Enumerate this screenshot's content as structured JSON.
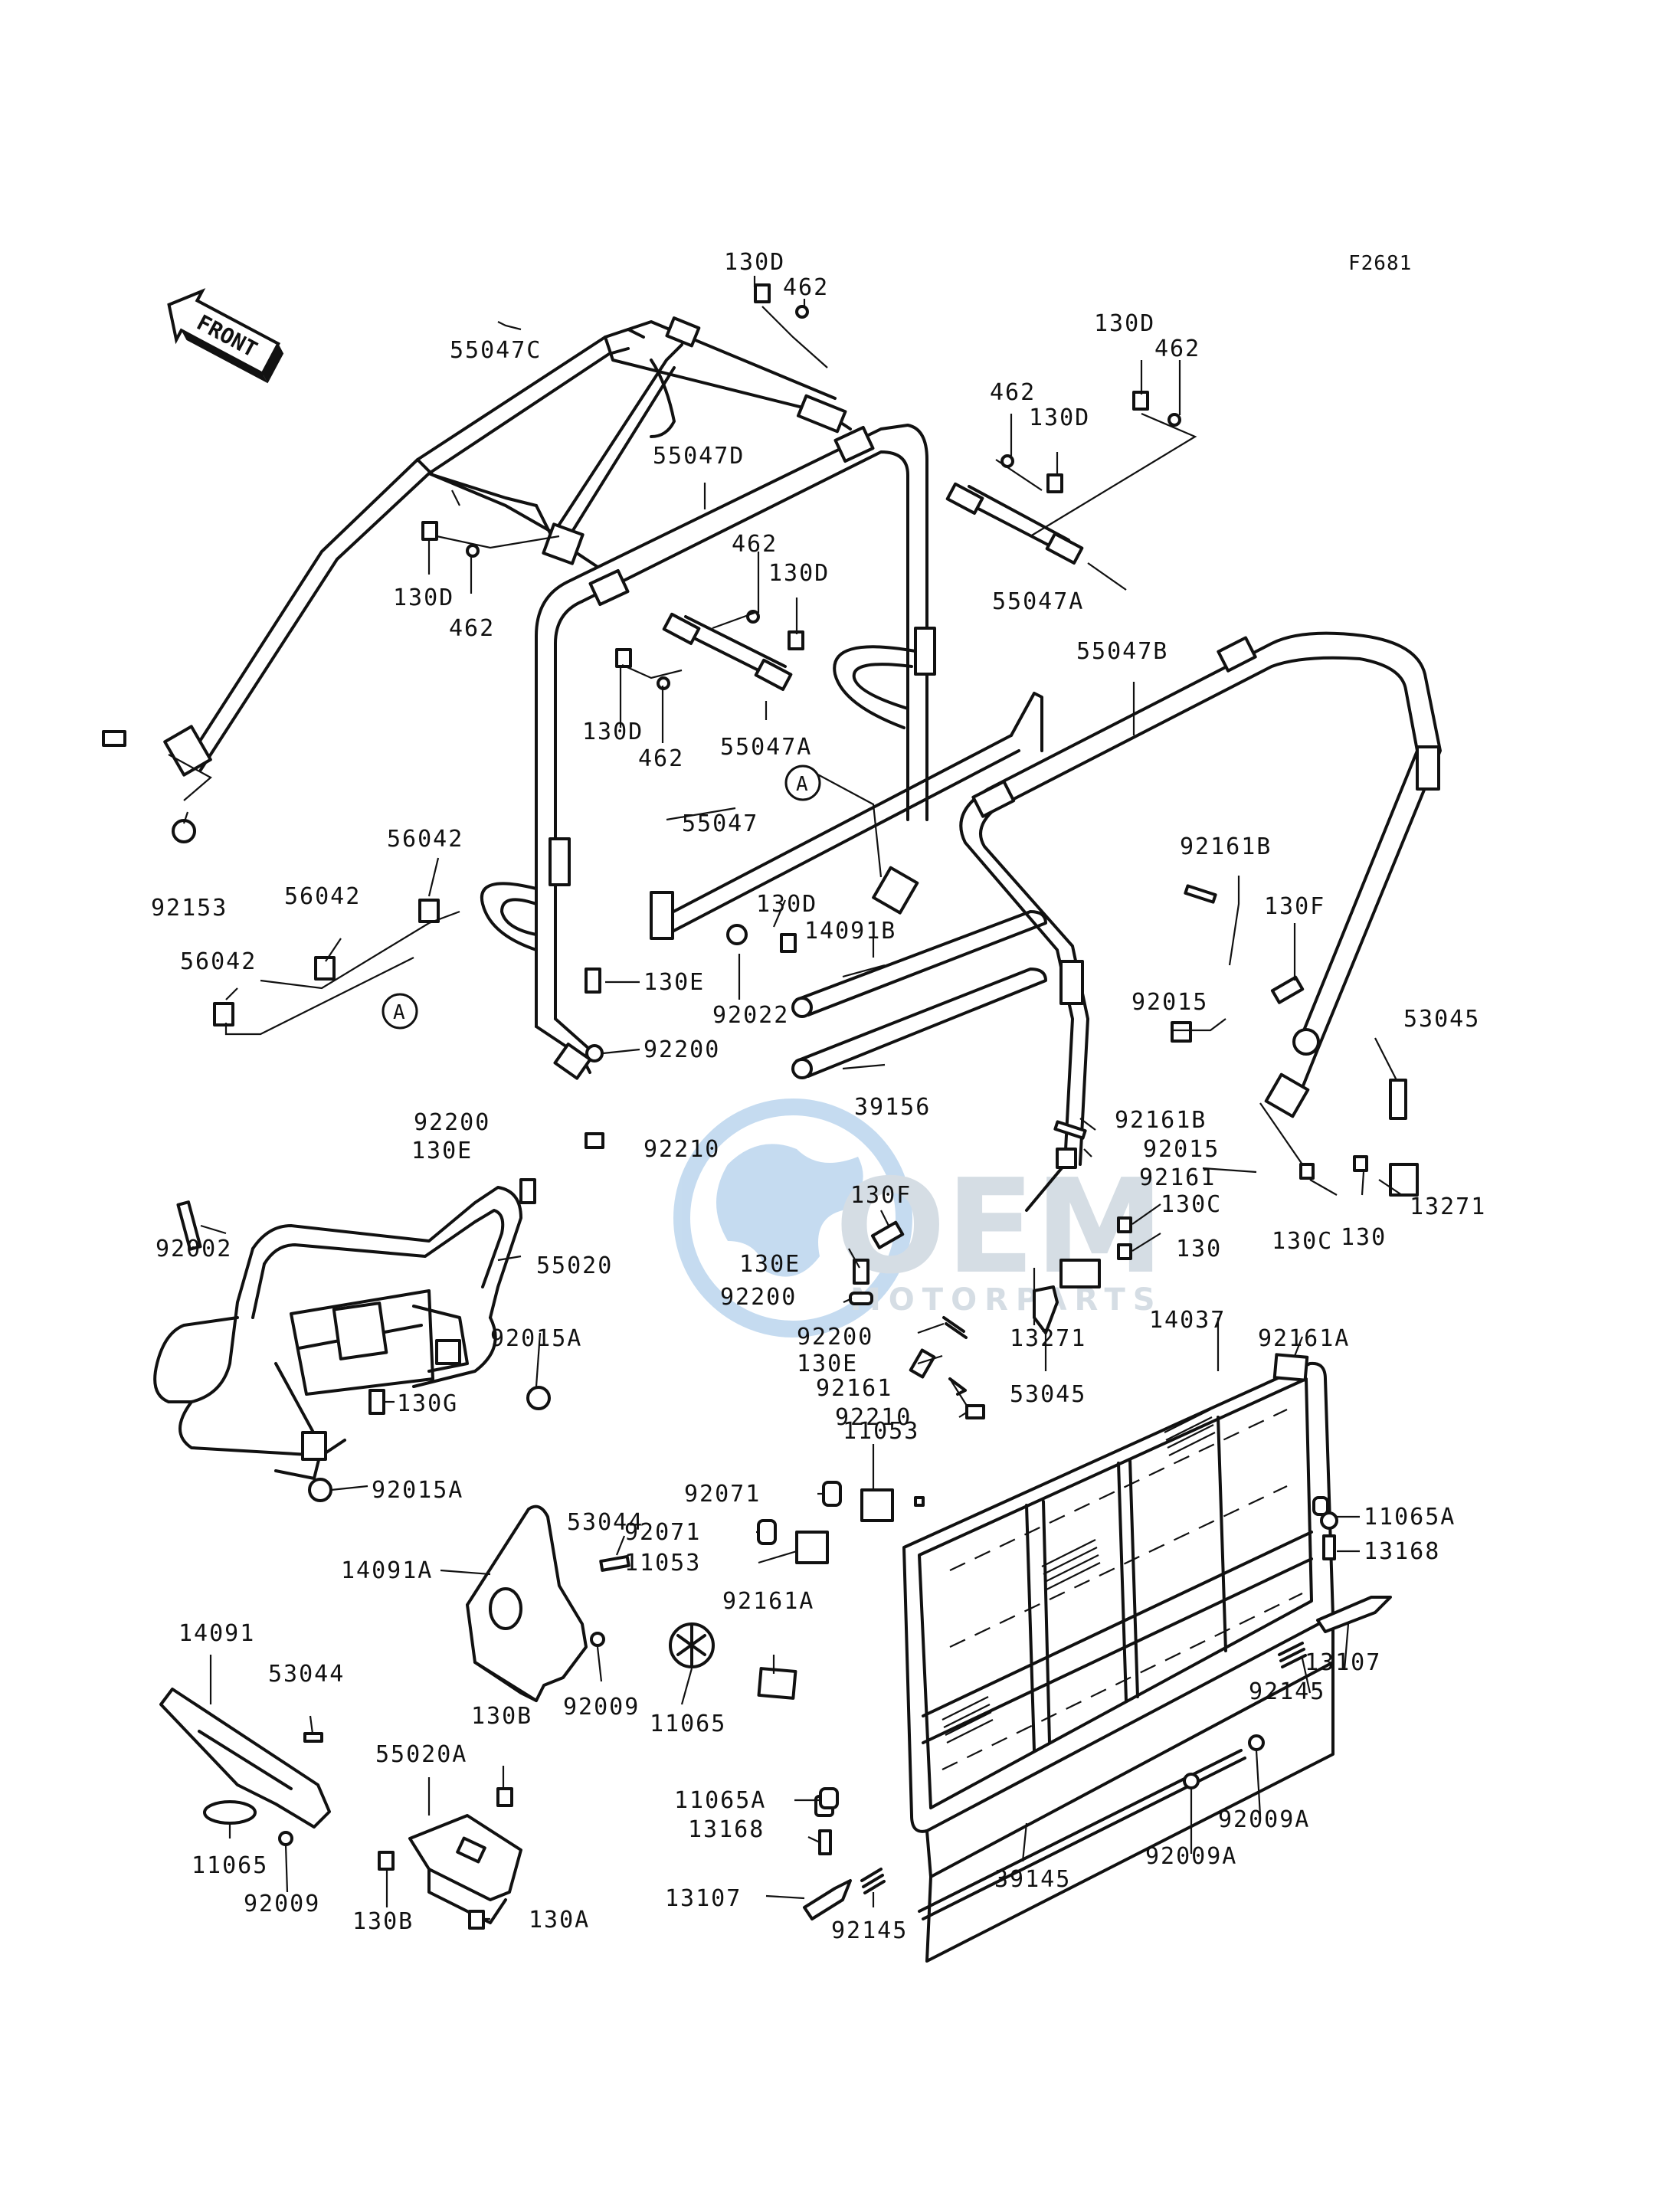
{
  "figure_code": "F2681",
  "front_label": "FRONT",
  "callout_marker": "A",
  "watermark": {
    "brand": "OEM",
    "tagline": "MOTORPARTS",
    "color": "#5b9bd5"
  },
  "labels": {
    "l_130D_a": "130D",
    "l_462_a": "462",
    "l_130D_b": "130D",
    "l_462_b": "462",
    "l_55047C": "55047C",
    "l_462_c": "462",
    "l_130D_c": "130D",
    "l_55047D": "55047D",
    "l_55047A_a": "55047A",
    "l_130D_d": "130D",
    "l_462_d": "462",
    "l_462_e": "462",
    "l_130D_e": "130D",
    "l_55047B": "55047B",
    "l_130D_f": "130D",
    "l_462_f": "462",
    "l_55047A_b": "55047A",
    "l_55047": "55047",
    "l_92153": "92153",
    "l_56042_a": "56042",
    "l_56042_b": "56042",
    "l_56042_c": "56042",
    "l_130D_g": "130D",
    "l_14091B": "14091B",
    "l_92161B_a": "92161B",
    "l_130F_a": "130F",
    "l_130E_a": "130E",
    "l_92022": "92022",
    "l_92015_a": "92015",
    "l_53045_a": "53045",
    "l_92200_a": "92200",
    "l_39156": "39156",
    "l_92200_b": "92200",
    "l_92161B_b": "92161B",
    "l_130E_b": "130E",
    "l_92210_a": "92210",
    "l_92015_b": "92015",
    "l_92161_a": "92161",
    "l_130F_b": "130F",
    "l_130C_a": "130C",
    "l_13271_a": "13271",
    "l_130_a": "130",
    "l_130C_b": "130C",
    "l_130_b": "130",
    "l_92002": "92002",
    "l_55020": "55020",
    "l_130E_c": "130E",
    "l_92200_c": "92200",
    "l_92015A_a": "92015A",
    "l_14037": "14037",
    "l_92161A_a": "92161A",
    "l_92200_d": "92200",
    "l_13271_b": "13271",
    "l_130E_d": "130E",
    "l_130G": "130G",
    "l_92161_b": "92161",
    "l_53045_b": "53045",
    "l_92210_b": "92210",
    "l_11053_a": "11053",
    "l_92015A_b": "92015A",
    "l_53044_a": "53044",
    "l_92071_a": "92071",
    "l_11065A_a": "11065A",
    "l_92071_b": "92071",
    "l_13168_a": "13168",
    "l_14091A": "14091A",
    "l_11053_b": "11053",
    "l_92161A_b": "92161A",
    "l_13107_a": "13107",
    "l_14091": "14091",
    "l_92009_a": "92009",
    "l_11065_a": "11065",
    "l_92145_a": "92145",
    "l_53044_b": "53044",
    "l_130B_a": "130B",
    "l_55020A": "55020A",
    "l_92009A_a": "92009A",
    "l_11065A_b": "11065A",
    "l_11065_b": "11065",
    "l_92009_b": "92009",
    "l_13168_b": "13168",
    "l_92009A_b": "92009A",
    "l_130B_b": "130B",
    "l_130A": "130A",
    "l_13107_b": "13107",
    "l_39145": "39145",
    "l_92145_b": "92145"
  }
}
